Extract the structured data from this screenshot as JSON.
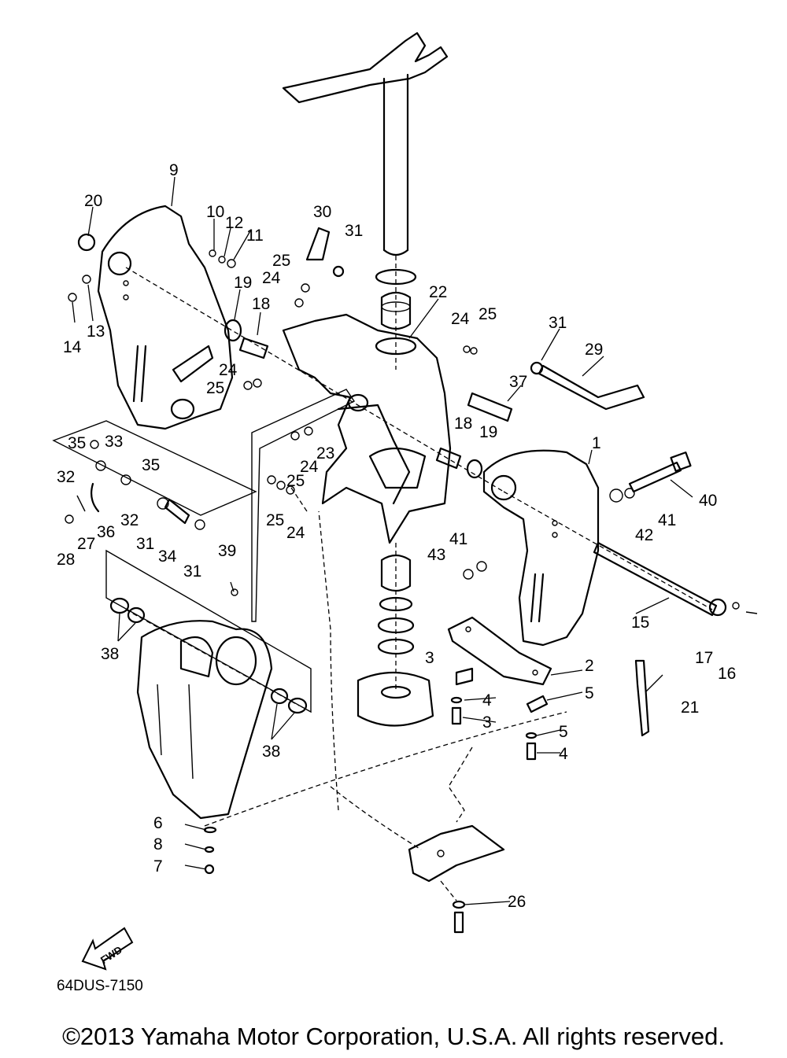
{
  "fwd_label": "FWD",
  "diagram_code": "64DUS-7150",
  "copyright": "©2013 Yamaha Motor Corporation, U.S.A. All rights reserved.",
  "callouts": [
    "20",
    "9",
    "10",
    "12",
    "11",
    "30",
    "31",
    "25",
    "24",
    "13",
    "14",
    "19",
    "18",
    "22",
    "24",
    "25",
    "31",
    "29",
    "24",
    "25",
    "37",
    "18",
    "19",
    "1",
    "23",
    "24",
    "25",
    "35",
    "33",
    "35",
    "32",
    "32",
    "36",
    "27",
    "28",
    "31",
    "34",
    "31",
    "25",
    "24",
    "40",
    "41",
    "42",
    "41",
    "43",
    "39",
    "15",
    "17",
    "16",
    "38",
    "3",
    "2",
    "5",
    "4",
    "3",
    "5",
    "4",
    "21",
    "38",
    "6",
    "8",
    "7",
    "26"
  ]
}
